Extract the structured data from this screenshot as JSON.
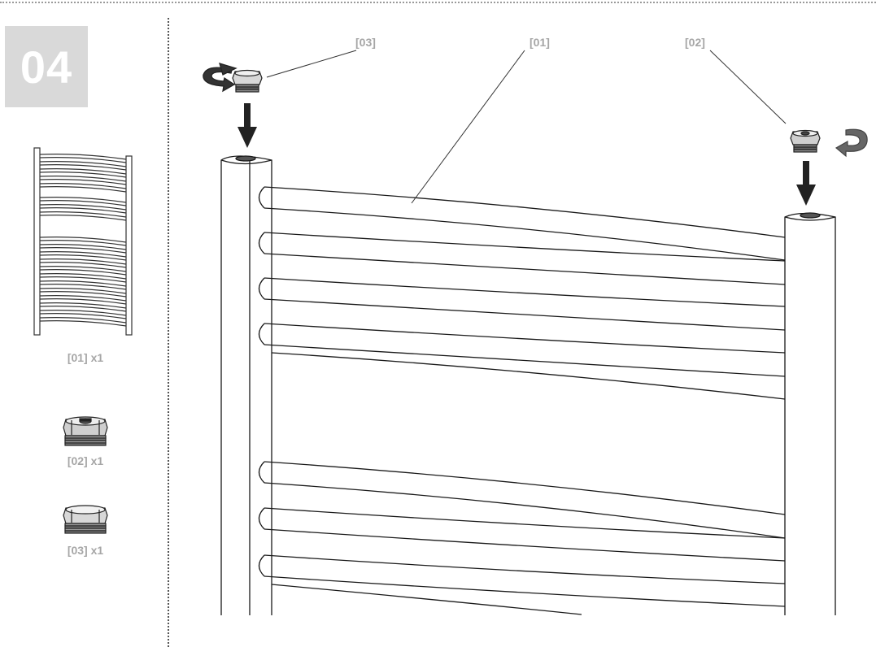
{
  "step": {
    "number": "04"
  },
  "parts_list": [
    {
      "label": "[01] x1",
      "icon": "towel-radiator-icon"
    },
    {
      "label": "[02] x1",
      "icon": "air-vent-plug-icon"
    },
    {
      "label": "[03] x1",
      "icon": "blanking-plug-icon"
    }
  ],
  "callouts": {
    "radiator": "[01]",
    "air_vent": "[02]",
    "blank_plug": "[03]"
  },
  "colors": {
    "label_gray": "#a6a6a6",
    "badge_bg": "#d9d9d9",
    "line": "#1a1a1a"
  }
}
